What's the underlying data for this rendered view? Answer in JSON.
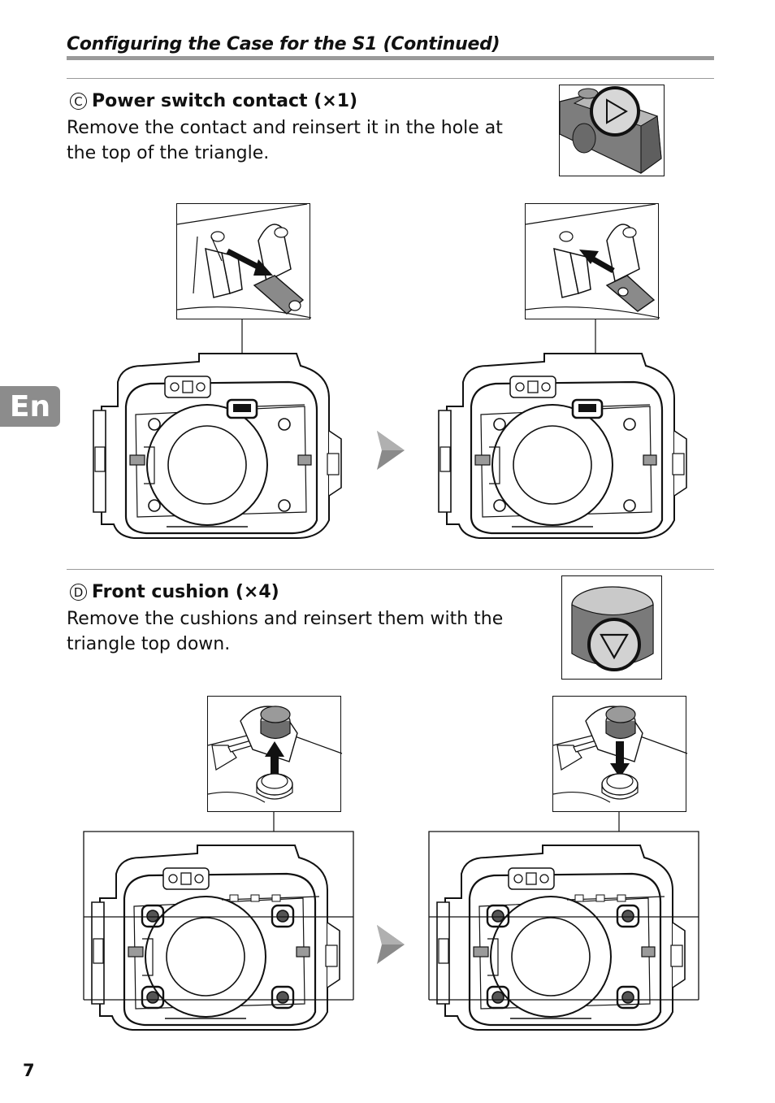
{
  "header": {
    "title": "Configuring the Case for the S1 (Continued)"
  },
  "language_tab": {
    "label": "En"
  },
  "section_c": {
    "letter": "C",
    "title": "Power switch contact (×1)",
    "body": "Remove the contact and reinsert it in the hole at the top of the triangle."
  },
  "section_d": {
    "letter": "D",
    "title": "Front cushion (×4)",
    "body": "Remove the cushions and reinsert them with the triangle top down."
  },
  "page": {
    "number": "7"
  },
  "icons": [
    "triangle-mark-icon",
    "arrow-right-icon",
    "removal-arrow-icon",
    "insertion-arrow-icon"
  ]
}
